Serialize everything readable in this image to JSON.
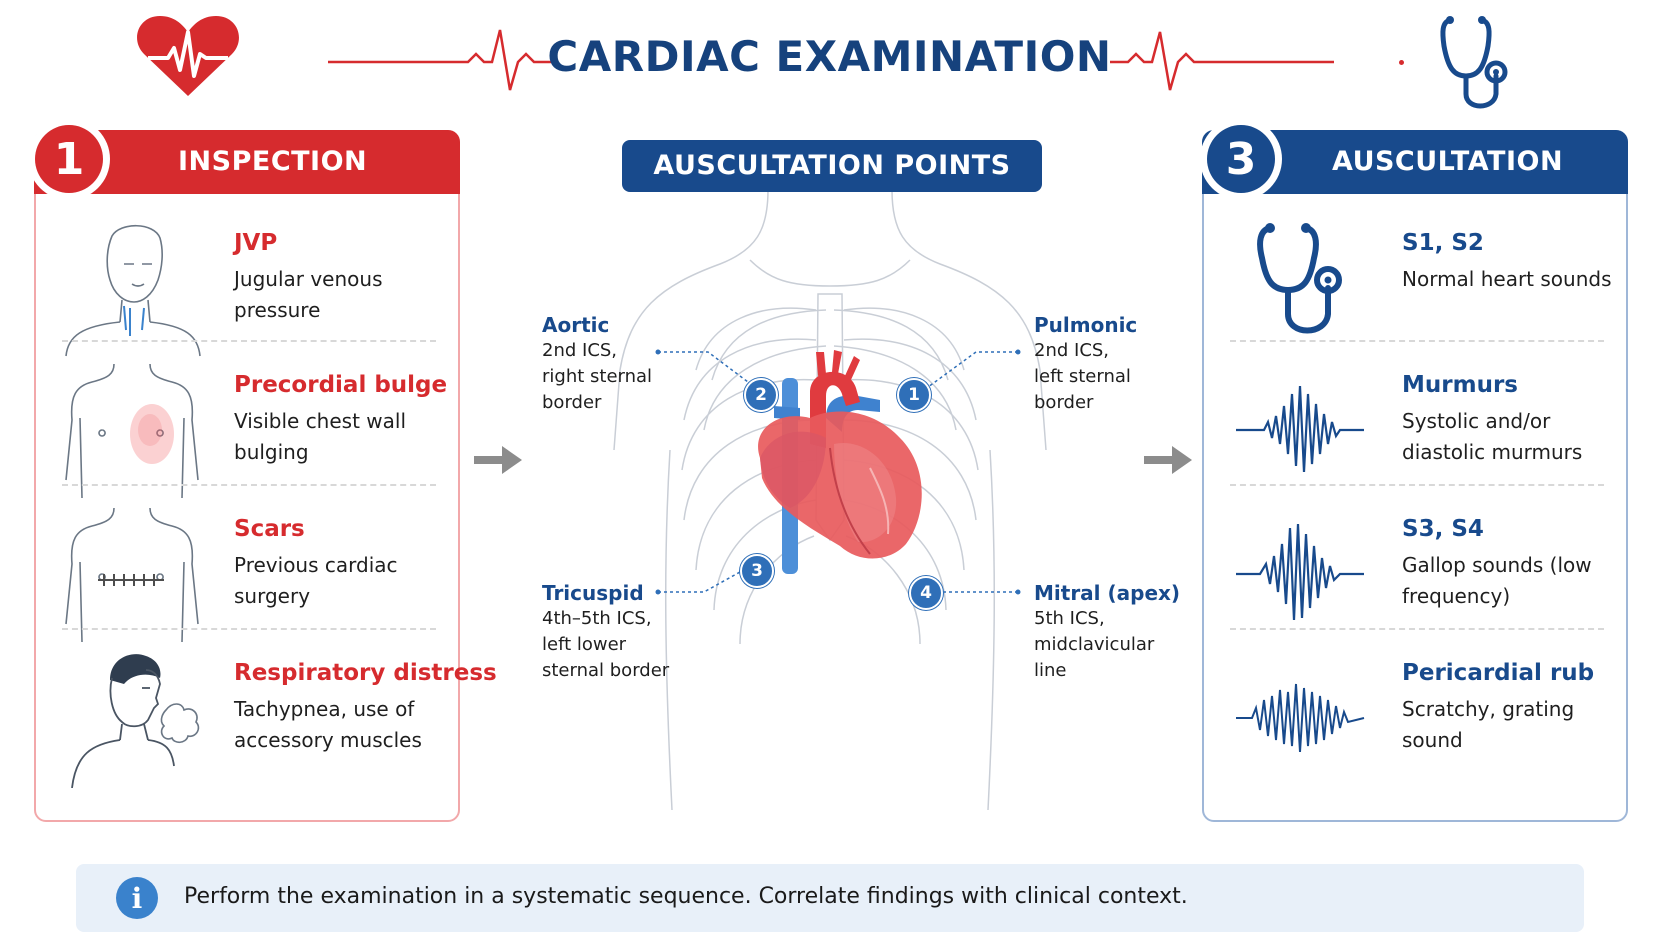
{
  "header": {
    "title": "CARDIAC EXAMINATION"
  },
  "inspection": {
    "step": "1",
    "title": "INSPECTION",
    "items": [
      {
        "title": "JVP",
        "desc": "Jugular venous pressure",
        "icon": "neck-veins-icon"
      },
      {
        "title": "Precordial bulge",
        "desc": "Visible chest wall bulging",
        "icon": "chest-bulge-icon"
      },
      {
        "title": "Scars",
        "desc": "Previous cardiac surgery",
        "icon": "chest-scar-icon"
      },
      {
        "title": "Respiratory distress",
        "desc": "Tachypnea, use of accessory muscles",
        "icon": "breathing-person-icon"
      }
    ]
  },
  "center": {
    "title": "AUSCULTATION POINTS",
    "points": [
      {
        "number": "2",
        "name": "Aortic",
        "lines": [
          "2nd ICS,",
          "right sternal",
          "border"
        ]
      },
      {
        "number": "1",
        "name": "Pulmonic",
        "lines": [
          "2nd ICS,",
          "left sternal",
          "border"
        ]
      },
      {
        "number": "3",
        "name": "Tricuspid",
        "lines": [
          "4th–5th ICS,",
          "left lower",
          "sternal border"
        ]
      },
      {
        "number": "4",
        "name": "Mitral (apex)",
        "lines": [
          "5th ICS,",
          "midclavicular",
          "line"
        ]
      }
    ]
  },
  "auscultation": {
    "step": "3",
    "title": "AUSCULTATION",
    "items": [
      {
        "title": "S1, S2",
        "desc": "Normal heart sounds",
        "icon": "stethoscope-icon"
      },
      {
        "title": "Murmurs",
        "desc": "Systolic and/or diastolic murmurs",
        "icon": "waveform-icon"
      },
      {
        "title": "S3, S4",
        "desc": "Gallop sounds (low frequency)",
        "icon": "waveform-icon"
      },
      {
        "title": "Pericardial rub",
        "desc": "Scratchy, grating sound",
        "icon": "waveform-icon"
      }
    ]
  },
  "footer": {
    "text": "Perform the examination in a systematic sequence. Correlate findings with clinical context."
  },
  "colors": {
    "red": "#d62b2e",
    "navy": "#184a8c",
    "blue": "#2f6fb8"
  }
}
